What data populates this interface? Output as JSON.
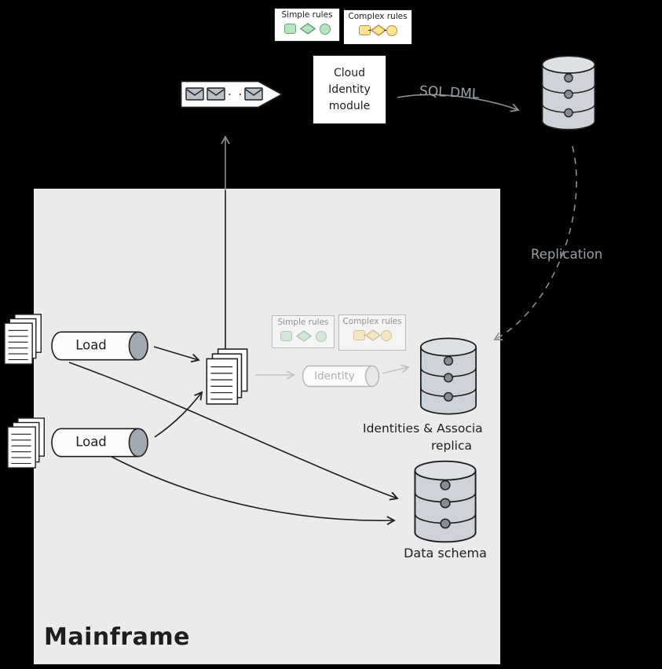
{
  "colors": {
    "bg": "#000000",
    "ink": "#1e1e1e",
    "panel": "#ebebeb",
    "node_bg": "#ffffff",
    "gray_label": "#9aa0a6",
    "gray_line": "#8a8f95",
    "faded_line": "#c2c2c2",
    "green_fill": "#b7e4c0",
    "green_stroke": "#69a27a",
    "yellow_fill": "#ffe494",
    "yellow_stroke": "#bd9138",
    "db_fill": "#ced3d9",
    "db_top": "#dde1e6",
    "db_dot": "#858c94",
    "pipe_cap": "#a2a9b0"
  },
  "legend_simple": {
    "title": "Simple rules"
  },
  "legend_complex": {
    "title": "Complex rules"
  },
  "queue": {
    "dots": ". ."
  },
  "cloud_module": {
    "label": "Cloud Identity module"
  },
  "labels": {
    "sql_dml": "SQL DML",
    "replication": "Replication",
    "mainframe": "Mainframe"
  },
  "pipes": {
    "load_top": "Load",
    "load_bottom": "Load",
    "identity": "Identity"
  },
  "faded_simple": {
    "title": "Simple rules"
  },
  "faded_complex": {
    "title": "Complex rules"
  },
  "databases": {
    "replica": {
      "line1": "Identities & Associa",
      "line2": "replica"
    },
    "data_schema": {
      "label": "Data schema"
    }
  }
}
